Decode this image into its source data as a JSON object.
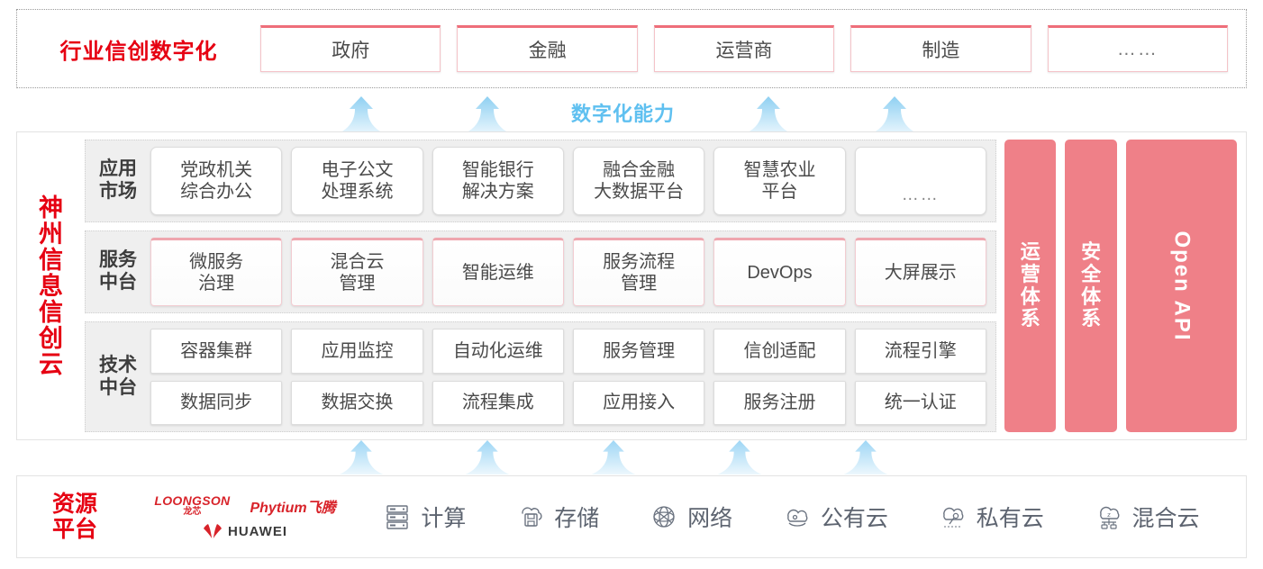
{
  "industry": {
    "title": "行业信创数字化",
    "cards": [
      {
        "label": "政府",
        "name": "industry-card-government"
      },
      {
        "label": "金融",
        "name": "industry-card-finance"
      },
      {
        "label": "运营商",
        "name": "industry-card-operator"
      },
      {
        "label": "制造",
        "name": "industry-card-manufacturing"
      },
      {
        "label": "……",
        "name": "industry-card-more"
      }
    ]
  },
  "capability_label": "数字化能力",
  "cloud": {
    "title_chars": [
      "神",
      "州",
      "信",
      "息",
      "信",
      "创",
      "云"
    ],
    "rows": [
      {
        "key": "app-market",
        "label_lines": [
          "应用",
          "市场"
        ],
        "cards": [
          {
            "line1": "党政机关",
            "line2": "综合办公"
          },
          {
            "line1": "电子公文",
            "line2": "处理系统"
          },
          {
            "line1": "智能银行",
            "line2": "解决方案"
          },
          {
            "line1": "融合金融",
            "line2": "大数据平台"
          },
          {
            "line1": "智慧农业",
            "line2": "平台"
          },
          {
            "line1": "",
            "line2": "……"
          }
        ]
      },
      {
        "key": "service-platform",
        "label_lines": [
          "服务",
          "中台"
        ],
        "cards": [
          {
            "line1": "微服务",
            "line2": "治理"
          },
          {
            "line1": "混合云",
            "line2": "管理"
          },
          {
            "line1": "智能运维",
            "line2": ""
          },
          {
            "line1": "服务流程",
            "line2": "管理"
          },
          {
            "line1": "DevOps",
            "line2": ""
          },
          {
            "line1": "大屏展示",
            "line2": ""
          }
        ]
      },
      {
        "key": "tech-platform",
        "label_lines": [
          "技术",
          "中台"
        ],
        "line_a": [
          "容器集群",
          "应用监控",
          "自动化运维",
          "服务管理",
          "信创适配",
          "流程引擎"
        ],
        "line_b": [
          "数据同步",
          "数据交换",
          "流程集成",
          "应用接入",
          "服务注册",
          "统一认证"
        ]
      }
    ],
    "pillars": [
      {
        "name": "pillar-operation-system",
        "chars": [
          "运",
          "营",
          "体",
          "系"
        ],
        "rotated": false,
        "text": ""
      },
      {
        "name": "pillar-security-system",
        "chars": [
          "安",
          "全",
          "体",
          "系"
        ],
        "rotated": false,
        "text": ""
      },
      {
        "name": "pillar-open-api",
        "chars": [],
        "rotated": true,
        "text": "Open API"
      }
    ]
  },
  "resource": {
    "title_lines": [
      "资源",
      "平台"
    ],
    "vendors": {
      "loongson_en": "LOONGSON",
      "loongson_cn": "龙芯",
      "phytium": "Phytium飞腾",
      "huawei": "HUAWEI"
    },
    "items": [
      {
        "label": "计算",
        "icon": "server-icon"
      },
      {
        "label": "存储",
        "icon": "cloud-storage-icon"
      },
      {
        "label": "网络",
        "icon": "network-globe-icon"
      },
      {
        "label": "公有云",
        "icon": "public-cloud-icon"
      },
      {
        "label": "私有云",
        "icon": "private-cloud-icon"
      },
      {
        "label": "混合云",
        "icon": "hybrid-cloud-icon"
      }
    ]
  },
  "colors": {
    "brand_red": "#e60012",
    "pillar_pink": "#ef8088",
    "card_pink_border": "#ee6e7a",
    "arrow_blue": "#9ed6f5",
    "capability_blue": "#5fc0f0"
  },
  "arrows": {
    "upper_x": [
      374,
      514,
      826,
      966
    ],
    "lower_x": [
      374,
      514,
      654,
      794,
      934
    ]
  }
}
